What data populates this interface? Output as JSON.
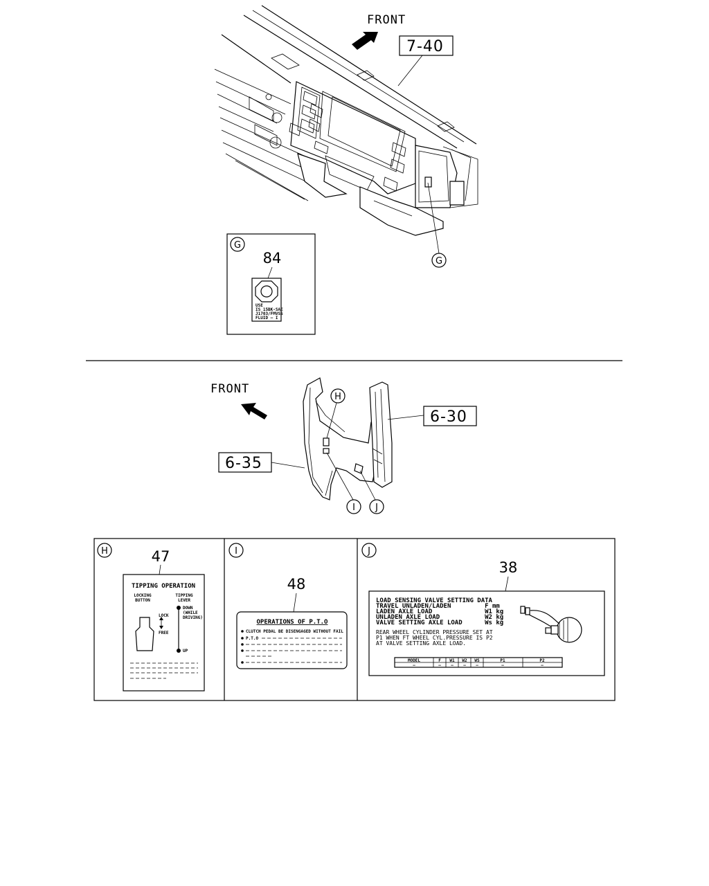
{
  "top_view": {
    "front_label": "FRONT",
    "ref_dashboard": "7-40",
    "callout_g": "G"
  },
  "detail_g": {
    "callout": "G",
    "part_number": "84",
    "label_lines": [
      "USE",
      "IS 15BK-SAE",
      "J1703/FMVSS",
      "FLUID — I"
    ]
  },
  "bottom_view": {
    "front_label": "FRONT",
    "ref_panel_right": "6-30",
    "ref_panel_left": "6-35",
    "callout_h": "H",
    "callout_i": "I",
    "callout_j": "J"
  },
  "detail_h": {
    "callout": "H",
    "part_number": "47",
    "title": "TIPPING OPERATION",
    "col_left": [
      "LOCKING",
      "BUTTON"
    ],
    "col_right": [
      "TIPPING",
      "LEVER"
    ],
    "lock": "LOCK",
    "free": "FREE",
    "down_lines": [
      "DOWN",
      "(WHILE",
      "DRIVING)"
    ],
    "up": "UP"
  },
  "detail_i": {
    "callout": "I",
    "part_number": "48",
    "title": "OPERATIONS OF P.T.O",
    "line1": "CLUTCH PEDAL BE DISENGAGED WITHOUT FAIL",
    "line2": "P.T.O"
  },
  "detail_j": {
    "callout": "J",
    "part_number": "38",
    "lines": [
      "LOAD SENSING VALVE SETTING DATA",
      "TRAVEL UNLADEN/LADEN         F mm",
      "LADEN AXLE LOAD              W1 kg",
      "UNLADEN AXLE LOAD            W2 kg",
      "VALVE SETTING AXLE LOAD      Ws kg"
    ],
    "note_lines": [
      "REAR WHEEL CYLINDER PRESSURE SET AT",
      "P1 WHEN FT WHEEL CYL.PRESSURE IS P2",
      "AT VALVE SETTING AXLE LOAD."
    ],
    "table_headers": [
      "MODEL",
      "F",
      "W1",
      "W2",
      "WS",
      "P1",
      "P2"
    ],
    "table_cells": [
      "–",
      "–",
      "–",
      "–",
      "–",
      "–",
      "–"
    ]
  }
}
